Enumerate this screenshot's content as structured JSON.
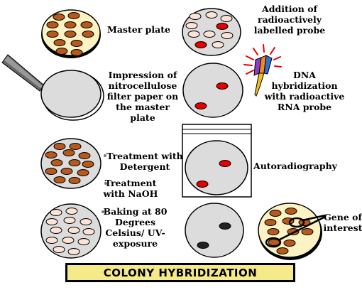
{
  "title": "COLONY HYBRIDIZATION",
  "labels": {
    "master_plate": "Master plate",
    "probe_add": [
      "Addition of",
      "radioactively",
      "labelled probe"
    ],
    "impression": [
      "Impression of",
      "nitrocellulose",
      "filter paper on",
      "the master",
      "plate"
    ],
    "dna_hyb": [
      "DNA",
      "hybridization",
      "with radioactive",
      "RNA probe"
    ],
    "treat_detergent": [
      "Treatment with",
      "Detergent"
    ],
    "treat_naoh": [
      "Treatment",
      "with NaOH"
    ],
    "autoradiography": "Autoradiography",
    "baking": [
      "Baking at 80",
      "Degrees",
      "Celsius/ UV-",
      "exposure"
    ],
    "gene_of_interest": [
      "Gene of",
      "interest"
    ]
  },
  "colors": {
    "plate_yellow": "#fbf3c3",
    "plate_grey": "#dcdcdc",
    "colony_brown": "#b8591c",
    "colony_pale": "#fbe4d6",
    "spot_red": "#e60000",
    "spot_black": "#222222",
    "title_bg": "#f5ea8a"
  },
  "icons": [
    "forceps-icon",
    "radioactive-probe-icon"
  ]
}
